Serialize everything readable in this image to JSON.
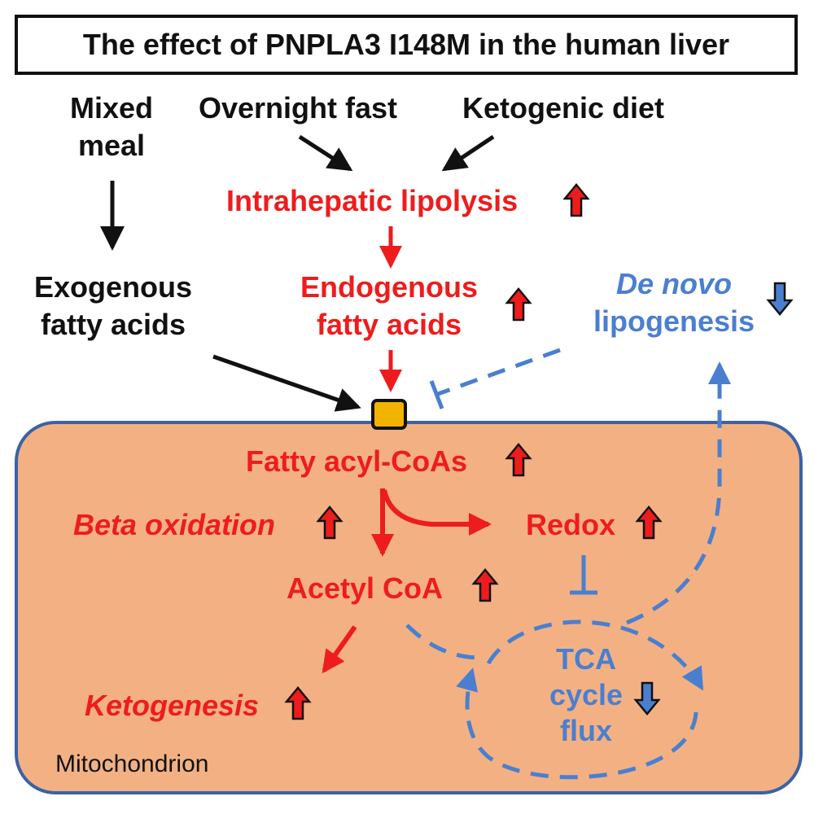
{
  "title": "The effect of PNPLA3 I148M in the human liver",
  "inputs": {
    "mixed_meal": [
      "Mixed",
      "meal"
    ],
    "overnight_fast": "Overnight fast",
    "ketogenic_diet": "Ketogenic diet"
  },
  "nodes": {
    "intrahepatic_lipolysis": "Intrahepatic lipolysis",
    "exogenous_fatty_acids": [
      "Exogenous",
      "fatty acids"
    ],
    "endogenous_fatty_acids": [
      "Endogenous",
      "fatty acids"
    ],
    "de_novo_lipogenesis": [
      "De novo",
      "lipogenesis"
    ],
    "fatty_acyl_coas": "Fatty acyl-CoAs",
    "beta_oxidation": "Beta oxidation",
    "redox": "Redox",
    "acetyl_coa": "Acetyl CoA",
    "ketogenesis": "Ketogenesis",
    "tca_cycle_flux": [
      "TCA",
      "cycle",
      "flux"
    ],
    "mitochondrion": "Mitochondrion"
  },
  "colors": {
    "increase": "#ee1c1c",
    "decrease": "#4a7fd0",
    "neutral": "#111111",
    "mitochondrion_fill": "#f3b183",
    "mitochondrion_border": "#3a62a6",
    "transporter_fill": "#f2b200"
  },
  "icons": {
    "up": "up-arrow-icon",
    "down": "down-arrow-icon"
  }
}
